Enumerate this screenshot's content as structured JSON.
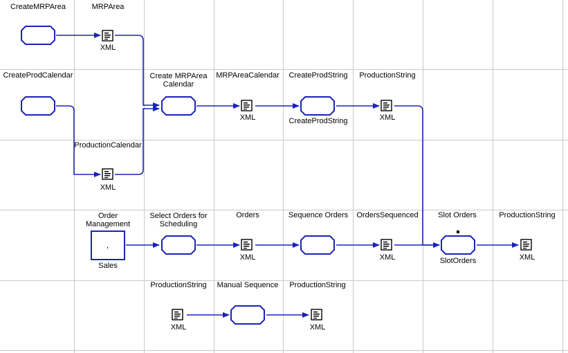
{
  "colors": {
    "connector": "#1a23b8",
    "node_border": "#1a23b8",
    "grid": "#c9c9c9"
  },
  "nodes": {
    "create_mrp_area": {
      "label": "CreateMRPArea"
    },
    "create_prod_calendar": {
      "label": "CreateProdCalendar"
    },
    "create_mrp_area_calendar": {
      "label_line1": "Create MRPArea",
      "label_line2": "Calendar"
    },
    "create_prod_string": {
      "label": "CreateProdString",
      "sublabel": "CreateProdString"
    },
    "select_orders": {
      "label_line1": "Select Orders for",
      "label_line2": "Scheduling"
    },
    "sequence_orders": {
      "label": "Sequence Orders"
    },
    "slot_orders": {
      "label": "Slot Orders",
      "sublabel": "SlotOrders"
    },
    "manual_sequence": {
      "label": "Manual Sequence"
    },
    "order_management": {
      "label_line1": "Order",
      "label_line2": "Management",
      "sublabel": "Sales",
      "glyph": ","
    }
  },
  "documents": {
    "mrp_area": {
      "label": "MRPArea",
      "type": "XML",
      "icon": "xml-document-icon"
    },
    "mrp_area_calendar": {
      "label": "MRPAreaCalendar",
      "type": "XML",
      "icon": "xml-document-icon"
    },
    "production_string_1": {
      "label": "ProductionString",
      "type": "XML",
      "icon": "xml-document-icon"
    },
    "production_calendar": {
      "label": "ProductionCalendar",
      "type": "XML",
      "icon": "xml-document-icon"
    },
    "orders": {
      "label": "Orders",
      "type": "XML",
      "icon": "xml-document-icon"
    },
    "orders_sequenced": {
      "label": "OrdersSequenced",
      "type": "XML",
      "icon": "xml-document-icon"
    },
    "production_string_2": {
      "label": "ProductionString",
      "type": "XML",
      "icon": "xml-document-icon"
    },
    "production_string_3": {
      "label": "ProductionString",
      "type": "XML",
      "icon": "xml-document-icon"
    },
    "production_string_4": {
      "label": "ProductionString",
      "type": "XML",
      "icon": "xml-document-icon"
    }
  }
}
